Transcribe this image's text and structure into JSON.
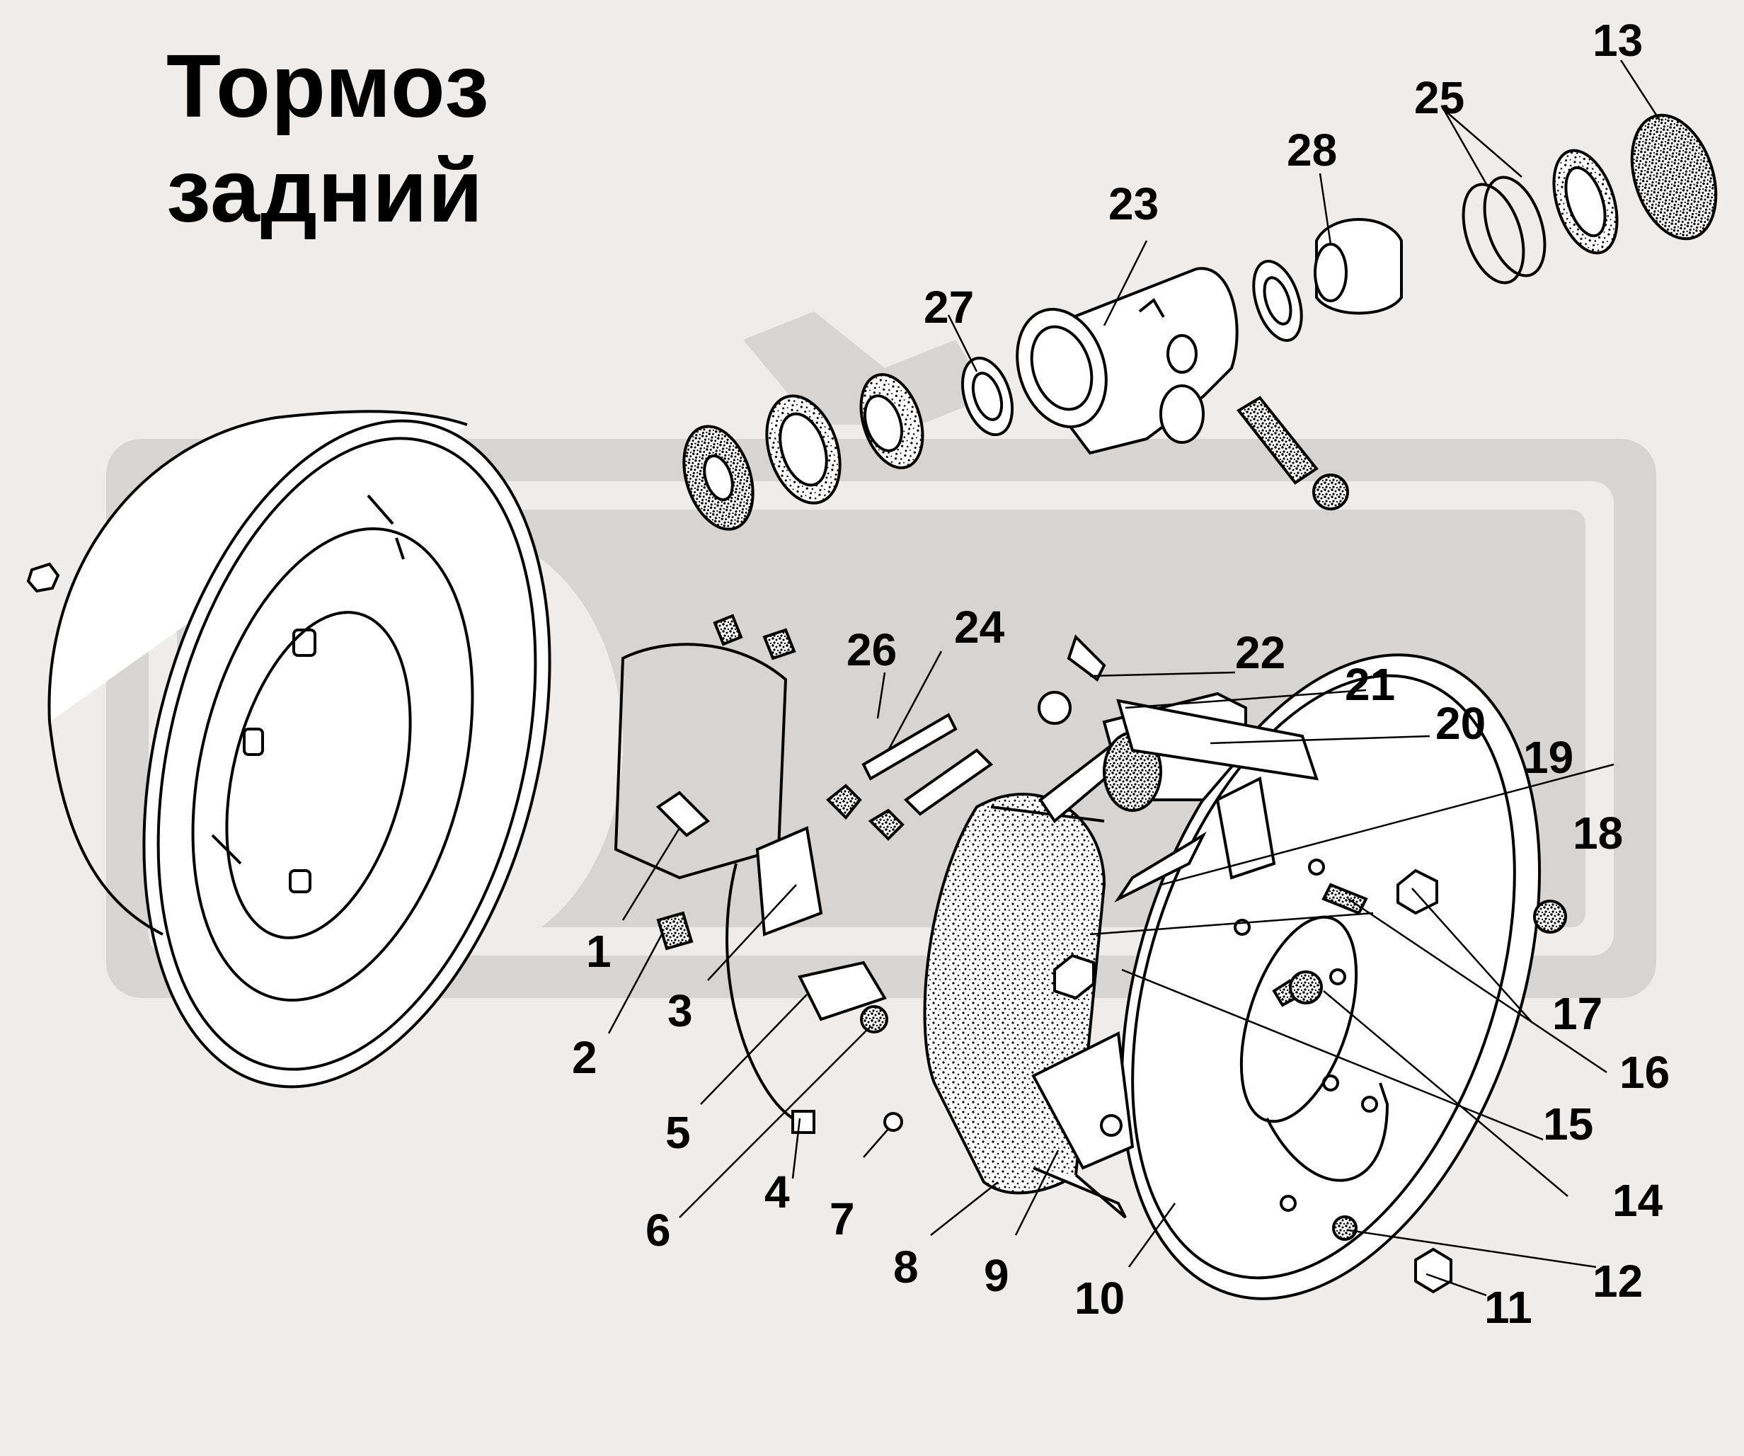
{
  "title": {
    "line1": "Тормоз",
    "line2": "задний"
  },
  "watermark": {
    "text": "OPEX",
    "color": "#d6d5d4"
  },
  "colors": {
    "background": "#eeedec",
    "ink": "#000000",
    "watermark": "#d6d5d4"
  },
  "callouts": {
    "c1": "1",
    "c2": "2",
    "c3": "3",
    "c4": "4",
    "c5": "5",
    "c6": "6",
    "c7": "7",
    "c8": "8",
    "c9": "9",
    "c10": "10",
    "c11": "11",
    "c12": "12",
    "c13": "13",
    "c14": "14",
    "c15": "15",
    "c16": "16",
    "c17": "17",
    "c18": "18",
    "c19": "19",
    "c20": "20",
    "c21": "21",
    "c22": "22",
    "c23": "23",
    "c24": "24",
    "c25": "25",
    "c26": "26",
    "c27": "27",
    "c28": "28"
  }
}
